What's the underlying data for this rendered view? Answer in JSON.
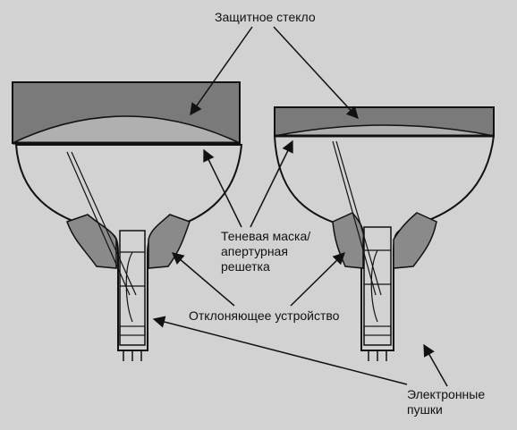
{
  "labels": {
    "protective_glass": "Защитное стекло",
    "shadow_mask": "Теневая маска/ апертурная решетка",
    "deflection_yoke": "Отклоняющее устройство",
    "electron_guns": "Электронные пушки"
  },
  "colors": {
    "background": "#d2d2d2",
    "glass_fill": "#7a7a7a",
    "yoke_fill": "#8a8a8a",
    "outline": "#111111"
  }
}
